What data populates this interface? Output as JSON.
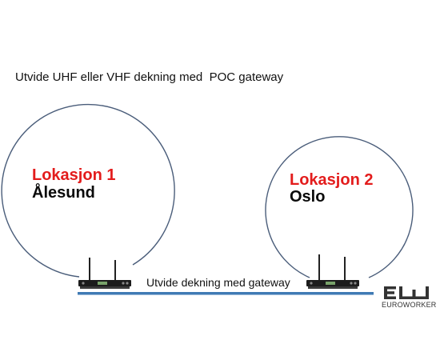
{
  "headline": "Utvide UHF eller VHF dekning med  POC gateway",
  "location_1": {
    "title": "Lokasjon 1",
    "city": "Ålesund"
  },
  "location_2": {
    "title": "Lokasjon 2",
    "city": "Oslo"
  },
  "link_label": "Utvide dekning med gateway",
  "logo": {
    "mark": "EW",
    "text": "EUROWORKER"
  },
  "colors": {
    "circle": "#4a5d7a",
    "link_line": "#3f7ab4",
    "title_red": "#e31c1c",
    "device_body": "#1c1c1c",
    "device_display": "#79a36a"
  },
  "icons": [
    "receiver-device-icon",
    "euroworker-logo-icon"
  ]
}
